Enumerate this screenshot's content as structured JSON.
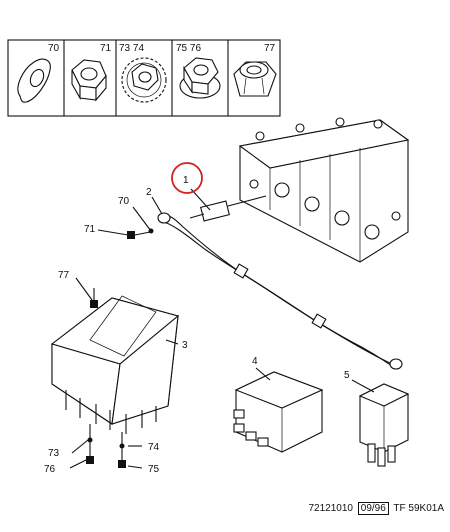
{
  "legend": {
    "items": [
      {
        "refs": "70",
        "icon": "washer-icon"
      },
      {
        "refs": "71",
        "icon": "hex-nut-icon"
      },
      {
        "refs": "73 74",
        "icon": "toothed-lock-washer-icon"
      },
      {
        "refs": "75 76",
        "icon": "flanged-nut-icon"
      },
      {
        "refs": "77",
        "icon": "cap-nut-icon"
      }
    ]
  },
  "callouts": {
    "c1": "1",
    "c2": "2",
    "c3": "3",
    "c4": "4",
    "c5": "5",
    "c70": "70",
    "c71": "71",
    "c73": "73",
    "c74": "74",
    "c75": "75",
    "c76": "76",
    "c77": "77"
  },
  "footer": {
    "ref": "72121010",
    "date": "09/96",
    "code": "TF 59K01A"
  },
  "colors": {
    "line": "#111111",
    "highlight": "#d42020"
  }
}
